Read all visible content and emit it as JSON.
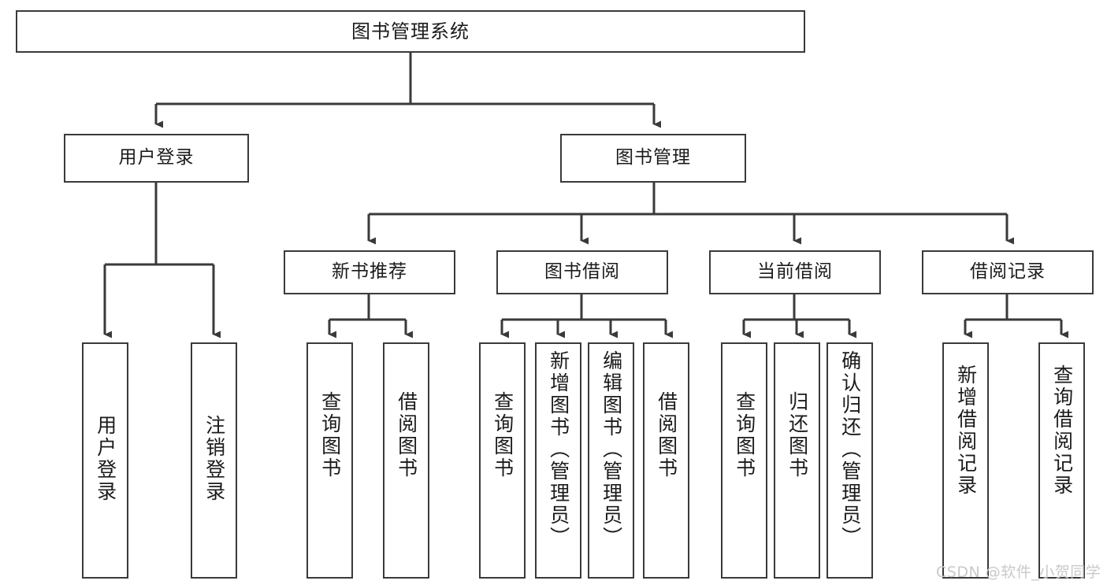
{
  "diagram": {
    "title": "图书管理系统",
    "type": "tree-hierarchy",
    "background_color": "#ffffff",
    "line_color": "#3a3a3a",
    "text_color": "#1b1b1b",
    "nodes": {
      "root": {
        "label": "图书管理系统"
      },
      "level2": [
        {
          "id": "user-login",
          "label": "用户登录"
        },
        {
          "id": "book-management",
          "label": "图书管理"
        }
      ],
      "level3": [
        {
          "id": "new-book-recommend",
          "label": "新书推荐"
        },
        {
          "id": "book-borrow",
          "label": "图书借阅"
        },
        {
          "id": "current-borrow",
          "label": "当前借阅"
        },
        {
          "id": "borrow-record",
          "label": "借阅记录"
        }
      ],
      "leaves": {
        "user-login": [
          {
            "id": "leaf-user-login",
            "label": "用户登录"
          },
          {
            "id": "leaf-user-logout",
            "label": "注销登录"
          }
        ],
        "new-book-recommend": [
          {
            "id": "leaf-query-book-1",
            "label": "查询图书"
          },
          {
            "id": "leaf-borrow-book-1",
            "label": "借阅图书"
          }
        ],
        "book-borrow": [
          {
            "id": "leaf-query-book-2",
            "label": "查询图书"
          },
          {
            "id": "leaf-add-book",
            "label": "新增图书（管理员）"
          },
          {
            "id": "leaf-edit-book",
            "label": "编辑图书（管理员）"
          },
          {
            "id": "leaf-borrow-book-2",
            "label": "借阅图书"
          }
        ],
        "current-borrow": [
          {
            "id": "leaf-query-book-3",
            "label": "查询图书"
          },
          {
            "id": "leaf-return-book",
            "label": "归还图书"
          },
          {
            "id": "leaf-confirm-return",
            "label": "确认归还（管理员）"
          }
        ],
        "borrow-record": [
          {
            "id": "leaf-add-record",
            "label": "新增借阅记录"
          },
          {
            "id": "leaf-query-record",
            "label": "查询借阅记录"
          }
        ]
      }
    }
  },
  "watermark": {
    "text": "CSDN @软件_小贺同学"
  }
}
